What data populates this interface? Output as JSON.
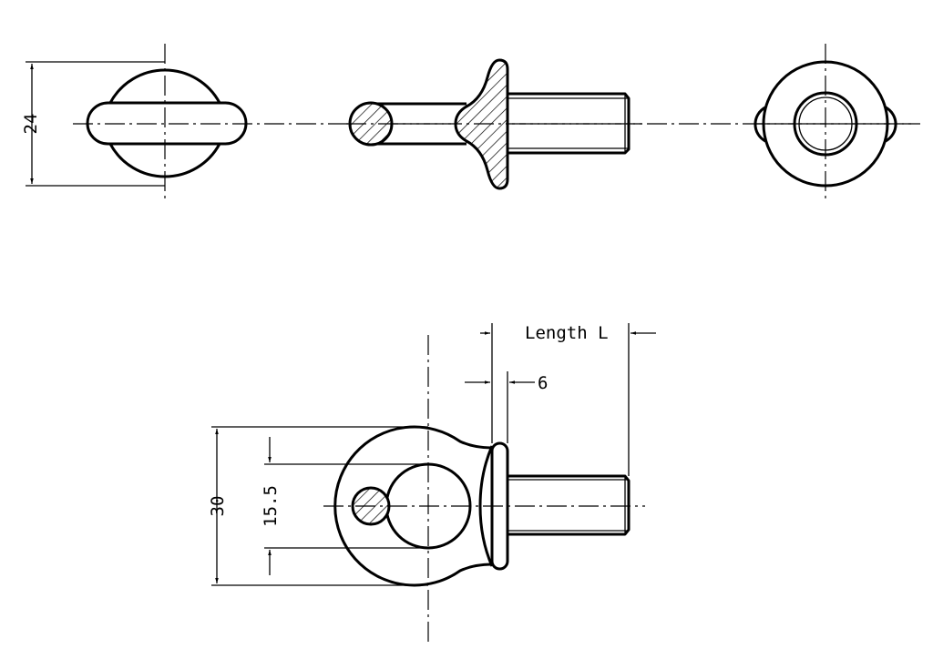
{
  "drawing": {
    "dimensions": {
      "height_top_view": "24",
      "length": "Length L",
      "collar_width": "6",
      "outer_diameter": "30",
      "inner_diameter": "15.5"
    },
    "colors": {
      "line": "#000000",
      "background": "#ffffff"
    }
  }
}
